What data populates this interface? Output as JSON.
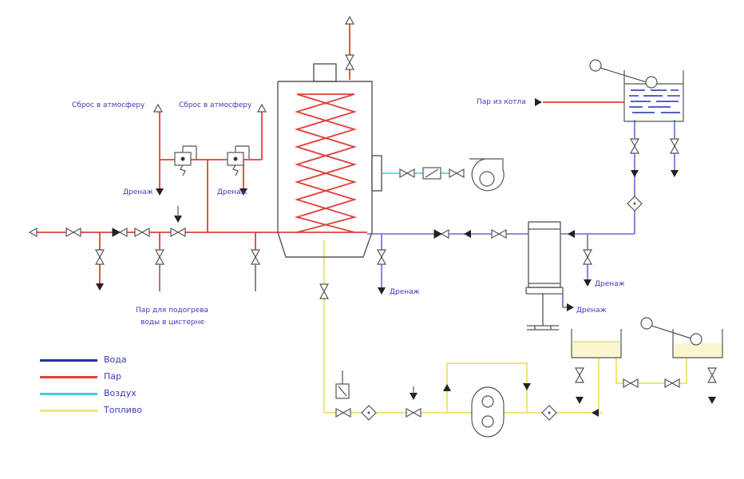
{
  "labels": {
    "vent_atm_left": "Сброс в атмосферу",
    "vent_atm_right": "Сброс в атмосферу",
    "drain_left": "Дренаж",
    "drain_mid": "Дренаж",
    "drain_boiler": "Дренаж",
    "drain_exch_right": "Дренаж",
    "drain_exch_bottom": "Дренаж",
    "steam_tank_line1": "Пар для подогрева",
    "steam_tank_line2": "воды в цистерне",
    "steam_to_tank": "Пар из котла"
  },
  "legend": [
    {
      "label": "Вода",
      "color": "#1f2fa8"
    },
    {
      "label": "Пар",
      "color": "#e0403a"
    },
    {
      "label": "Воздух",
      "color": "#3ccfd8"
    },
    {
      "label": "Топливо",
      "color": "#f2e27a"
    }
  ],
  "colors": {
    "steam": "#e0403a",
    "water": "#6a6ad0",
    "air": "#3ccfd8",
    "fuel": "#f2e27a",
    "equipment": "#555555",
    "text": "#3a3ab8"
  }
}
